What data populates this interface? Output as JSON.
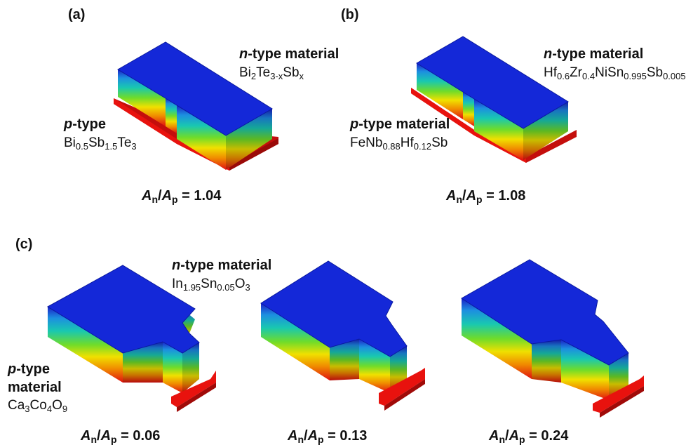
{
  "colors": {
    "top": "#1428d8",
    "top_edge": "#0a1aa0",
    "base": "#e8120e",
    "base_dark": "#a00a08",
    "gradient": [
      "#1a20c8",
      "#1c8fe0",
      "#19c8b0",
      "#6fdc2a",
      "#f0e000",
      "#f08a00",
      "#e01010"
    ]
  },
  "panels": {
    "a": {
      "label": "(a)",
      "n_type": {
        "prefix": "n",
        "suffix": "-type material",
        "formula": [
          [
            "Bi",
            ""
          ],
          [
            "",
            "2"
          ],
          [
            "Te",
            ""
          ],
          [
            "",
            "3-x"
          ],
          [
            "Sb",
            ""
          ],
          [
            "",
            "x"
          ]
        ]
      },
      "p_type": {
        "prefix": "p",
        "suffix": "-type",
        "formula": [
          [
            "Bi",
            ""
          ],
          [
            "",
            "0.5"
          ],
          [
            "Sb",
            ""
          ],
          [
            "",
            "1.5"
          ],
          [
            "Te",
            ""
          ],
          [
            "",
            "3"
          ]
        ]
      },
      "ratio": {
        "n": "A",
        "n_sub": "n",
        "slash": "/",
        "p": "A",
        "p_sub": "p",
        "value": " = 1.04"
      }
    },
    "b": {
      "label": "(b)",
      "n_type": {
        "prefix": "n",
        "suffix": "-type material",
        "formula": [
          [
            "Hf",
            ""
          ],
          [
            "",
            "0.6"
          ],
          [
            "Zr",
            ""
          ],
          [
            "",
            "0.4"
          ],
          [
            "NiSn",
            ""
          ],
          [
            "",
            "0.995"
          ],
          [
            "Sb",
            ""
          ],
          [
            "",
            "0.005"
          ]
        ]
      },
      "p_type": {
        "prefix": "p",
        "suffix": "-type material",
        "formula": [
          [
            "FeNb",
            ""
          ],
          [
            "",
            "0.88"
          ],
          [
            "Hf",
            ""
          ],
          [
            "",
            "0.12"
          ],
          [
            "Sb",
            ""
          ]
        ]
      },
      "ratio": {
        "n": "A",
        "n_sub": "n",
        "slash": "/",
        "p": "A",
        "p_sub": "p",
        "value": " = 1.08"
      }
    },
    "c": {
      "label": "(c)",
      "n_type": {
        "prefix": "n",
        "suffix": "-type material",
        "formula": [
          [
            "In",
            ""
          ],
          [
            "",
            "1.95"
          ],
          [
            "Sn",
            ""
          ],
          [
            "",
            "0.05"
          ],
          [
            "O",
            ""
          ],
          [
            "",
            "3"
          ]
        ]
      },
      "p_type": {
        "prefix": "p",
        "suffix": "-type",
        "suffix2": "material",
        "formula": [
          [
            "Ca",
            ""
          ],
          [
            "",
            "3"
          ],
          [
            "Co",
            ""
          ],
          [
            "",
            "4"
          ],
          [
            "O",
            ""
          ],
          [
            "",
            "9"
          ]
        ]
      },
      "ratios": [
        {
          "n": "A",
          "n_sub": "n",
          "slash": "/",
          "p": "A",
          "p_sub": "p",
          "value": " = 0.06"
        },
        {
          "n": "A",
          "n_sub": "n",
          "slash": "/",
          "p": "A",
          "p_sub": "p",
          "value": " = 0.13"
        },
        {
          "n": "A",
          "n_sub": "n",
          "slash": "/",
          "p": "A",
          "p_sub": "p",
          "value": " = 0.24"
        }
      ]
    }
  }
}
